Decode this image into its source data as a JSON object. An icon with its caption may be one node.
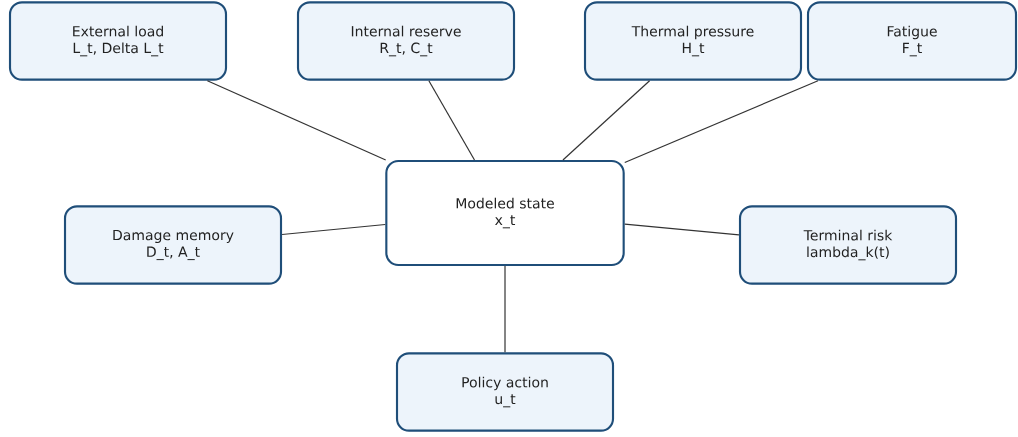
{
  "diagram": {
    "nodes": [
      {
        "text": [
          "External load",
          "L_t, Delta L_t"
        ]
      },
      {
        "text": [
          "Internal reserve",
          "R_t, C_t"
        ]
      },
      {
        "text": [
          "Thermal pressure",
          "H_t"
        ]
      },
      {
        "text": [
          "Fatigue",
          "F_t"
        ]
      },
      {
        "text": [
          "Modeled state",
          "x_t"
        ]
      },
      {
        "text": [
          "Damage memory",
          "D_t, A_t"
        ]
      },
      {
        "text": [
          "Terminal risk",
          "lambda_k(t)"
        ]
      },
      {
        "text": [
          "Policy action",
          "u_t"
        ]
      }
    ],
    "edges": [
      {
        "from": 4,
        "to": 0,
        "arrow": "none"
      },
      {
        "from": 4,
        "to": 1,
        "arrow": "none"
      },
      {
        "from": 4,
        "to": 2,
        "arrow": "none"
      },
      {
        "from": 4,
        "to": 3,
        "arrow": "none"
      },
      {
        "from": 4,
        "to": 5,
        "arrow": "none"
      },
      {
        "from": 4,
        "to": 6,
        "arrow": "none"
      },
      {
        "from": 4,
        "to": 7,
        "arrow": "none"
      }
    ]
  }
}
